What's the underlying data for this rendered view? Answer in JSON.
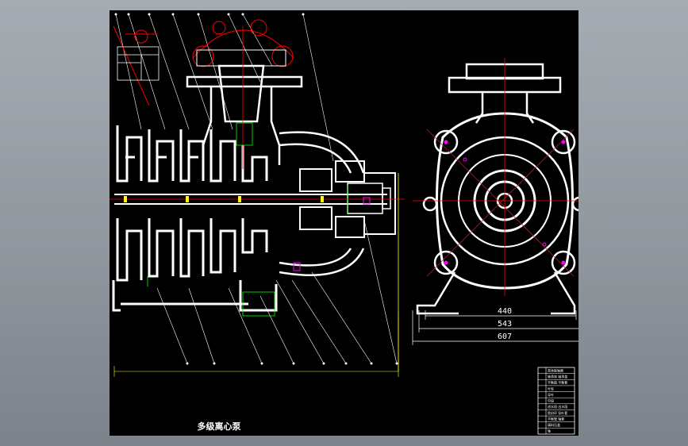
{
  "sheet": {
    "background": "#000000",
    "frame": "#ffffff"
  },
  "colors": {
    "outline": "#ffffff",
    "centerline": "#ff0000",
    "dimension": "#ffff00",
    "hidden": "#00ff00",
    "accent": "#ff00ff"
  },
  "dimensions": {
    "d1": "440",
    "d2": "543",
    "d3": "607"
  },
  "title": "多级离心泵",
  "bom_rows": [
    "泵体联轴器",
    "轴承体 轴承盖",
    "平衡盘 平衡套",
    "叶轮",
    "导叶",
    "中段",
    "进水段 出水段",
    "密封环 导叶套",
    "平衡管 轴套",
    "填料压盖",
    "轴"
  ]
}
